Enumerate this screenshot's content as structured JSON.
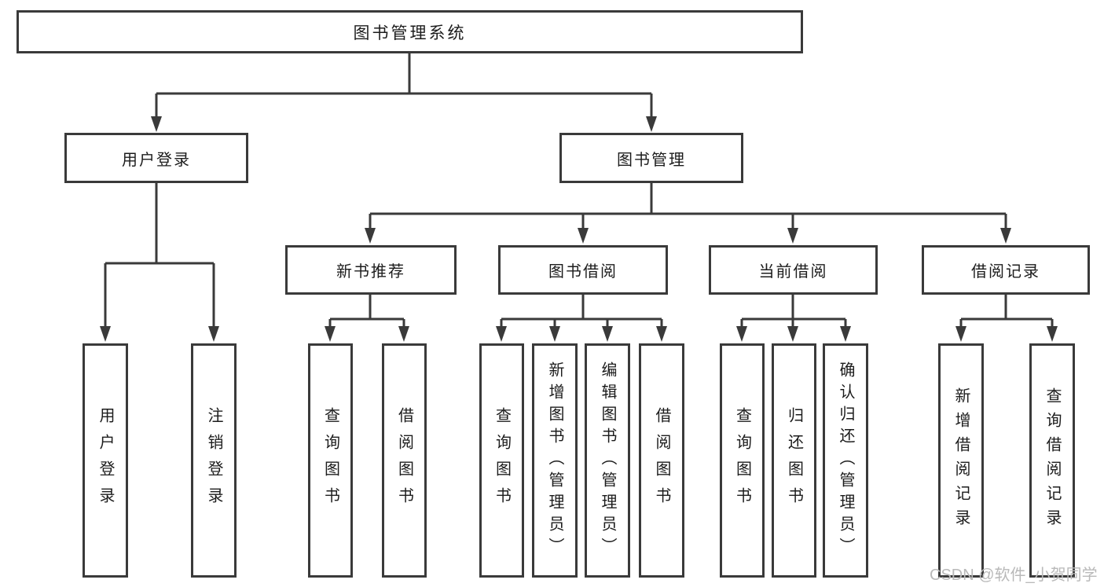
{
  "diagram": {
    "type": "hierarchy-tree",
    "title": "图书管理系统",
    "colors": {
      "line": "#3a3a3a",
      "box_border": "#3a3a3a",
      "box_fill": "#ffffff",
      "text": "#1c1c1c",
      "watermark": "#b9b9b9",
      "background": "#ffffff"
    },
    "tree": {
      "root": {
        "label": "图书管理系统"
      },
      "branches": [
        {
          "label": "用户登录",
          "children": [
            {
              "label": "用户登录"
            },
            {
              "label": "注销登录"
            }
          ]
        },
        {
          "label": "图书管理",
          "children": [
            {
              "label": "新书推荐",
              "children": [
                {
                  "label": "查询图书"
                },
                {
                  "label": "借阅图书"
                }
              ]
            },
            {
              "label": "图书借阅",
              "children": [
                {
                  "label": "查询图书"
                },
                {
                  "label": "新增图书（管理员）"
                },
                {
                  "label": "编辑图书（管理员）"
                },
                {
                  "label": "借阅图书"
                }
              ]
            },
            {
              "label": "当前借阅",
              "children": [
                {
                  "label": "查询图书"
                },
                {
                  "label": "归还图书"
                },
                {
                  "label": "确认归还（管理员）"
                }
              ]
            },
            {
              "label": "借阅记录",
              "children": [
                {
                  "label": "新增借阅记录"
                },
                {
                  "label": "查询借阅记录"
                }
              ]
            }
          ]
        }
      ]
    }
  },
  "watermark": {
    "text": "CSDN @软件_小贺同学"
  }
}
